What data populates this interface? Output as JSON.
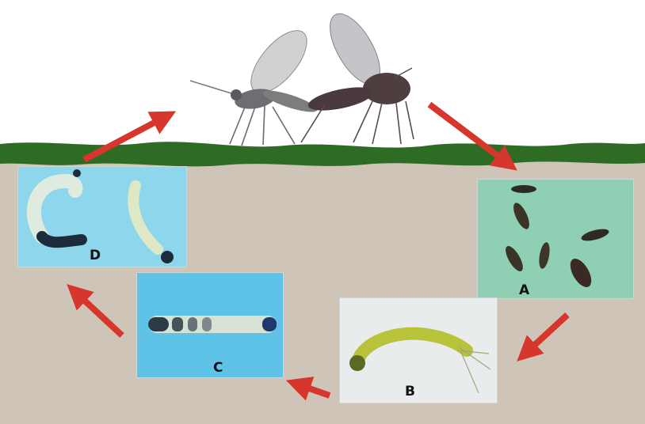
{
  "stages": [
    {
      "id": "A",
      "label": "A",
      "panel_color": "#8fd0b4"
    },
    {
      "id": "B",
      "label": "B",
      "panel_color": "#e8ecec"
    },
    {
      "id": "C",
      "label": "C",
      "panel_color": "#5ec3e6"
    },
    {
      "id": "D",
      "label": "D",
      "panel_color": "#8ed6ec"
    }
  ],
  "colors": {
    "sky": "#ffffff",
    "grass": "#2e6b25",
    "soil": "#cfc4b8",
    "arrow": "#d6362b"
  }
}
